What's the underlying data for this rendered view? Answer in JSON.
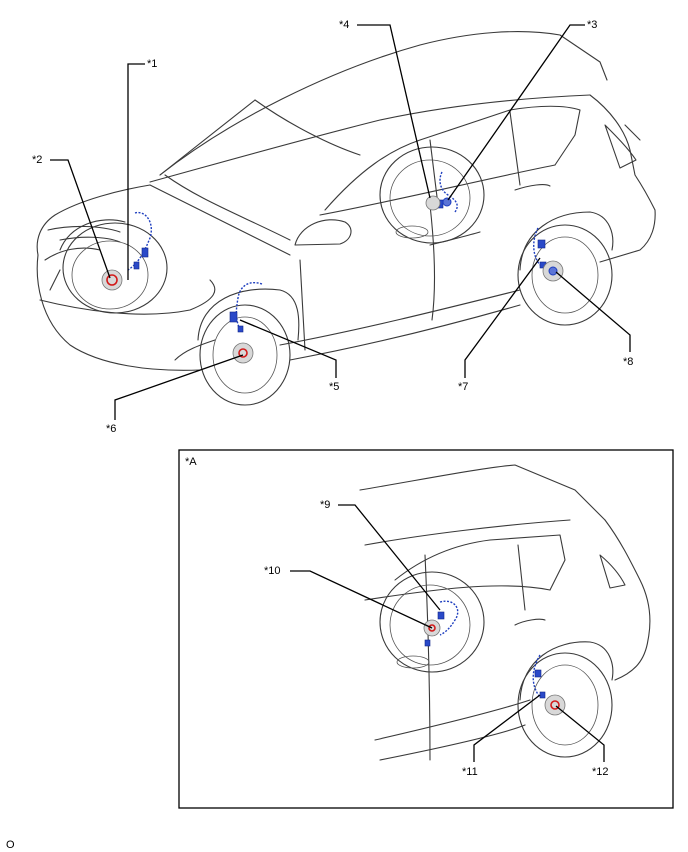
{
  "callouts": {
    "c1": "*1",
    "c2": "*2",
    "c3": "*3",
    "c4": "*4",
    "c5": "*5",
    "c6": "*6",
    "c7": "*7",
    "c8": "*8",
    "c9": "*9",
    "c10": "*10",
    "c11": "*11",
    "c12": "*12"
  },
  "inset": {
    "label": "*A"
  },
  "footer": {
    "code": "O"
  },
  "colors": {
    "harness": "#1f3fbf",
    "sensor_ring": "#d21a1a",
    "outline": "#3a3a3a"
  }
}
